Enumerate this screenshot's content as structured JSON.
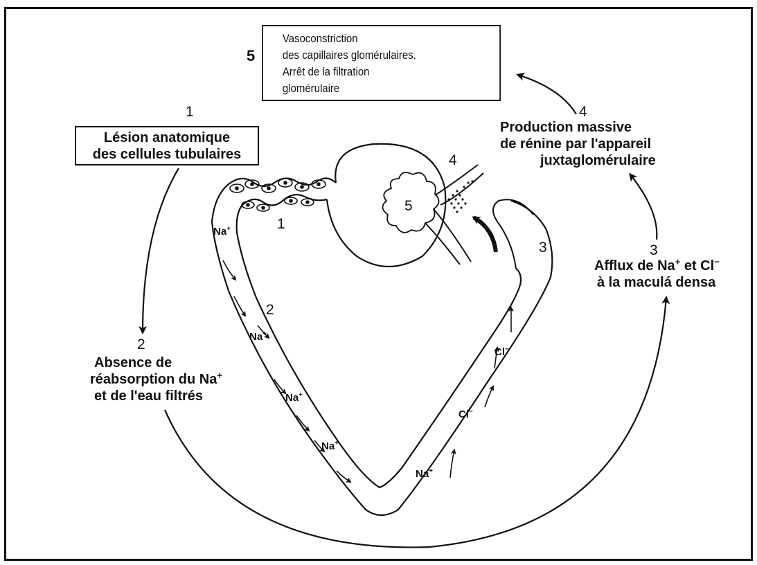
{
  "box5": {
    "number": "5",
    "lines": [
      "Vasoconstriction",
      "des capillaires glomérulaires.",
      "Arrêt de la filtration",
      "glomérulaire"
    ]
  },
  "box1": {
    "number": "1",
    "lines": [
      "Lésion anatomique",
      "des cellules tubulaires"
    ]
  },
  "step2": {
    "number": "2",
    "lines": [
      "Absence de",
      "réabsorption du Na",
      "et de l'eau filtrés"
    ],
    "sup": "+"
  },
  "step3": {
    "number": "3",
    "line1": "Afflux de Na",
    "line1_mid": "et Cl",
    "line2": "à la maculá densa",
    "sup_plus": "+",
    "sup_minus": "−"
  },
  "step4": {
    "number": "4",
    "lines": [
      "Production massive",
      "de rénine par l'appareil",
      "juxtaglomérulaire"
    ]
  },
  "nephron_labels": {
    "n1": "1",
    "n2": "2",
    "n3": "3",
    "n4": "4",
    "n5": "5"
  },
  "ions": {
    "na": "Na",
    "cl": "Cl",
    "plus": "+",
    "minus": "−"
  }
}
